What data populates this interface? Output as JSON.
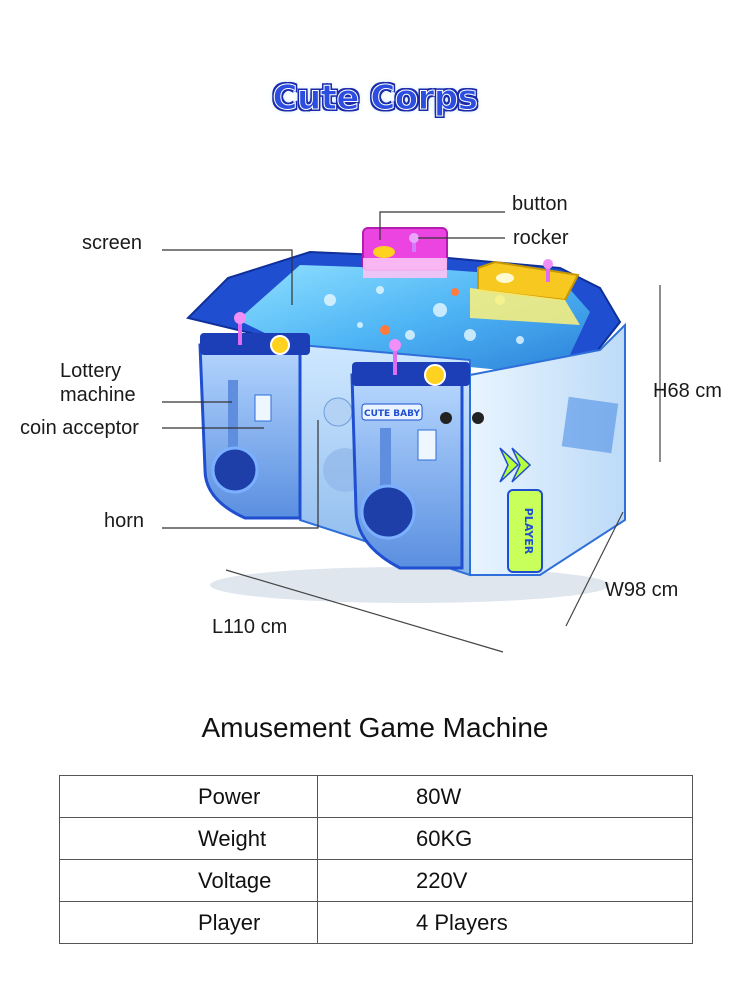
{
  "title": "Cute Corps",
  "callouts": {
    "button": "button",
    "rocker": "rocker",
    "screen": "screen",
    "lottery_line1": "Lottery",
    "lottery_line2": "machine",
    "coin_acceptor": "coin acceptor",
    "horn": "horn"
  },
  "dimensions": {
    "height": "H68 cm",
    "width": "W98 cm",
    "length": "L110 cm"
  },
  "machine_text": {
    "panel_logo": "CUTE BABY",
    "side_sign": "PLAYER"
  },
  "product_title": "Amusement Game Machine",
  "specs": [
    {
      "key": "Power",
      "value": "80W"
    },
    {
      "key": "Weight",
      "value": "60KG"
    },
    {
      "key": "Voltage",
      "value": "220V"
    },
    {
      "key": "Player",
      "value": "4 Players"
    }
  ],
  "colors": {
    "title_blue": "#2b4de0",
    "cabinet_blue": "#3d7de0",
    "screen_cyan": "#5ec8ff",
    "pink_panel": "#e83adf",
    "yellow_panel": "#f5c41a",
    "neon_green": "#b8ff3a"
  }
}
